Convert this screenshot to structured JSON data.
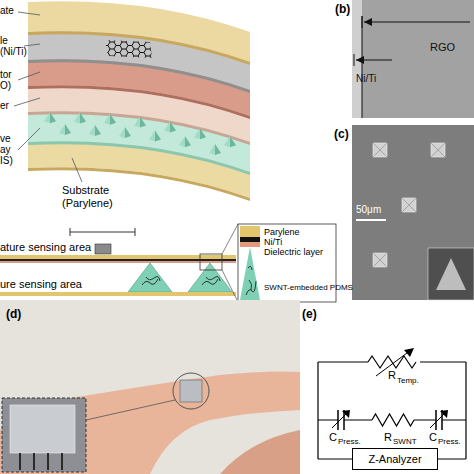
{
  "diagram": {
    "nodes": [
      {
        "text": [
          "Z-Analyzer"
        ]
      }
    ],
    "labels": [
      "ate",
      "le",
      "(Ni/Ti)",
      "tor",
      "O)",
      "er",
      "ve",
      "ay",
      "IS)",
      "Substrate",
      "(Parylene)",
      "ature sensing area",
      "ure sensing area",
      "Parylene",
      "Ni/Ti",
      "Dielectric layer",
      "SWNT-embedded PDMS",
      "(b)",
      "RGO",
      "Ni/Ti",
      "(c)",
      "50μm",
      "(d)",
      "(e)",
      "R",
      "Temp.",
      "C",
      "Press.",
      "R",
      "SWNT",
      "C",
      "Press."
    ]
  }
}
